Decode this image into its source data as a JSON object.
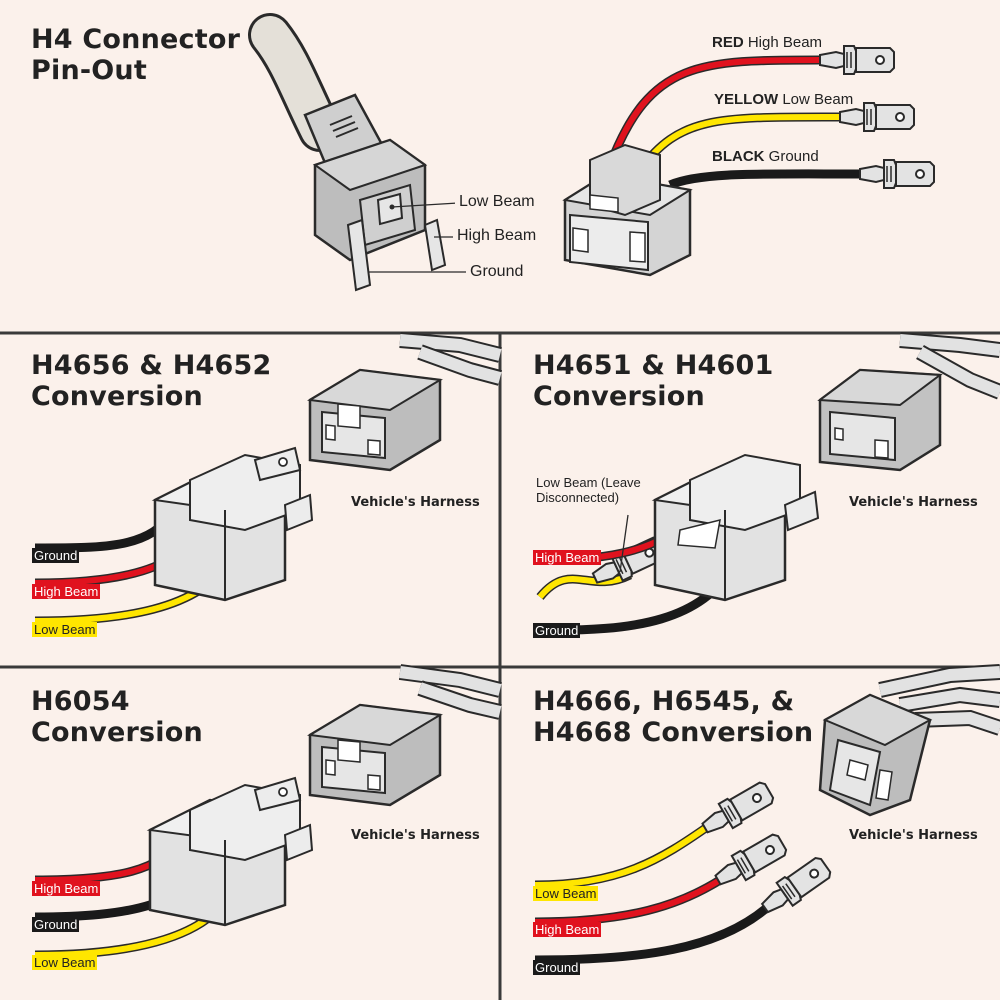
{
  "pinout": {
    "title_line1": "H4 Connector",
    "title_line2": "Pin-Out",
    "pin_labels": {
      "low": "Low Beam",
      "high": "High Beam",
      "ground": "Ground"
    },
    "wires": [
      {
        "color_word": "RED",
        "function": "High Beam",
        "hex": "#e0121e"
      },
      {
        "color_word": "YELLOW",
        "function": "Low Beam",
        "hex": "#ffe600"
      },
      {
        "color_word": "BLACK",
        "function": "Ground",
        "hex": "#1a1a1a"
      }
    ]
  },
  "panels": [
    {
      "title_line1": "H4656 & H4652",
      "title_line2": "Conversion",
      "harness_label": "Vehicle's Harness",
      "wires": [
        {
          "label": "Ground",
          "kind": "ground"
        },
        {
          "label": "High Beam",
          "kind": "high"
        },
        {
          "label": "Low Beam",
          "kind": "low"
        }
      ]
    },
    {
      "title_line1": "H4651 & H4601",
      "title_line2": "Conversion",
      "harness_label": "Vehicle's Harness",
      "note": "Low Beam (Leave\nDisconnected)",
      "wires": [
        {
          "label": "High Beam",
          "kind": "high"
        },
        {
          "label": "Ground",
          "kind": "ground"
        }
      ]
    },
    {
      "title_line1": "H6054",
      "title_line2": "Conversion",
      "harness_label": "Vehicle's Harness",
      "wires": [
        {
          "label": "High Beam",
          "kind": "high"
        },
        {
          "label": "Ground",
          "kind": "ground"
        },
        {
          "label": "Low Beam",
          "kind": "low"
        }
      ]
    },
    {
      "title_line1": "H4666, H6545, &",
      "title_line2": "H4668 Conversion",
      "harness_label": "Vehicle's Harness",
      "wires": [
        {
          "label": "Low Beam",
          "kind": "low"
        },
        {
          "label": "High Beam",
          "kind": "high"
        },
        {
          "label": "Ground",
          "kind": "ground"
        }
      ]
    }
  ],
  "colors": {
    "background": "#fbf1eb",
    "divider": "#3a3a3a",
    "connector_fill": "#d4d4d4",
    "connector_stroke": "#2a2a2a",
    "red": "#e0121e",
    "yellow": "#ffe600",
    "black": "#1a1a1a"
  }
}
